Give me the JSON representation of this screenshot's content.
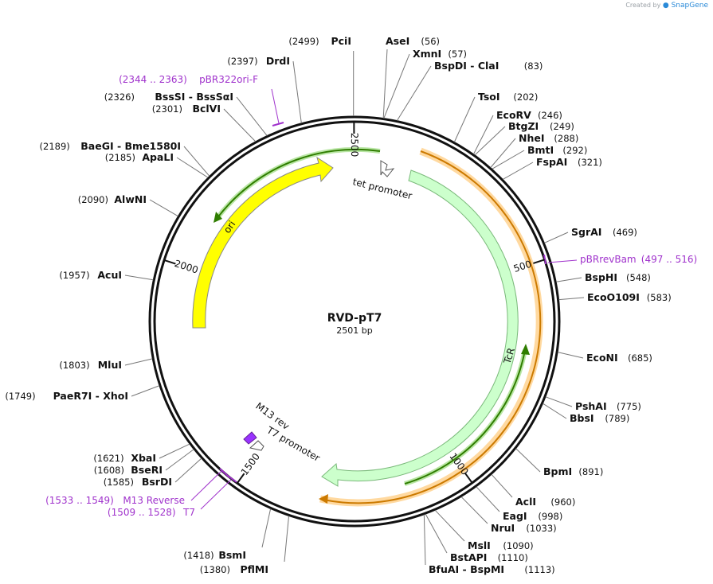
{
  "credit": {
    "prefix": "Created by",
    "brand": "SnapGene"
  },
  "plasmid": {
    "name": "RVD-pT7",
    "length_label": "2501 bp",
    "length": 2501
  },
  "ticks": [
    {
      "pos": 500,
      "label": "500"
    },
    {
      "pos": 1000,
      "label": "1000"
    },
    {
      "pos": 1500,
      "label": "1500"
    },
    {
      "pos": 2000,
      "label": "2000"
    },
    {
      "pos": 2500,
      "label": "2500"
    }
  ],
  "enzymes": [
    {
      "name": "PciI",
      "pos": "(2499)",
      "site": 2499,
      "side": "left"
    },
    {
      "name": "AseI",
      "pos": "(56)",
      "site": 56,
      "side": "right"
    },
    {
      "name": "XmnI",
      "pos": "(57)",
      "site": 57,
      "side": "right"
    },
    {
      "name": "BspDI",
      "name2": "ClaI",
      "pos": "(83)",
      "site": 83,
      "side": "right"
    },
    {
      "name": "TsoI",
      "pos": "(202)",
      "site": 202,
      "side": "right"
    },
    {
      "name": "EcoRV",
      "pos": "(246)",
      "site": 246,
      "side": "right"
    },
    {
      "name": "BtgZI",
      "pos": "(249)",
      "site": 249,
      "side": "right"
    },
    {
      "name": "NheI",
      "pos": "(288)",
      "site": 288,
      "side": "right"
    },
    {
      "name": "BmtI",
      "pos": "(292)",
      "site": 292,
      "side": "right"
    },
    {
      "name": "FspAI",
      "pos": "(321)",
      "site": 321,
      "side": "right"
    },
    {
      "name": "SgrAI",
      "pos": "(469)",
      "site": 469,
      "side": "right"
    },
    {
      "name": "BspHI",
      "pos": "(548)",
      "site": 548,
      "side": "right"
    },
    {
      "name": "EcoO109I",
      "pos": "(583)",
      "site": 583,
      "side": "right"
    },
    {
      "name": "EcoNI",
      "pos": "(685)",
      "site": 685,
      "side": "right"
    },
    {
      "name": "PshAI",
      "pos": "(775)",
      "site": 775,
      "side": "right"
    },
    {
      "name": "BbsI",
      "pos": "(789)",
      "site": 789,
      "side": "right"
    },
    {
      "name": "BpmI",
      "pos": "(891)",
      "site": 891,
      "side": "right"
    },
    {
      "name": "AclI",
      "pos": "(960)",
      "site": 960,
      "side": "right"
    },
    {
      "name": "EagI",
      "pos": "(998)",
      "site": 998,
      "side": "right"
    },
    {
      "name": "NruI",
      "pos": "(1033)",
      "site": 1033,
      "side": "right"
    },
    {
      "name": "MslI",
      "pos": "(1090)",
      "site": 1090,
      "side": "right"
    },
    {
      "name": "BstAPI",
      "pos": "(1110)",
      "site": 1110,
      "side": "right"
    },
    {
      "name": "BfuAI",
      "name2": "BspMI",
      "pos": "(1113)",
      "site": 1113,
      "side": "right"
    },
    {
      "name": "BsmI",
      "pos": "(1418)",
      "site": 1418,
      "side": "left"
    },
    {
      "name": "PflMI",
      "pos": "(1380)",
      "site": 1380,
      "side": "left"
    },
    {
      "name": "BsrDI",
      "pos": "(1585)",
      "site": 1585,
      "side": "left"
    },
    {
      "name": "BseRI",
      "pos": "(1608)",
      "site": 1608,
      "side": "left"
    },
    {
      "name": "XbaI",
      "pos": "(1621)",
      "site": 1621,
      "side": "left"
    },
    {
      "name": "PaeR7I",
      "name2": "XhoI",
      "pos": "(1749)",
      "site": 1749,
      "side": "left"
    },
    {
      "name": "MluI",
      "pos": "(1803)",
      "site": 1803,
      "side": "left"
    },
    {
      "name": "AcuI",
      "pos": "(1957)",
      "site": 1957,
      "side": "left"
    },
    {
      "name": "AlwNI",
      "pos": "(2090)",
      "site": 2090,
      "side": "left"
    },
    {
      "name": "ApaLI",
      "pos": "(2185)",
      "site": 2185,
      "side": "left"
    },
    {
      "name": "BaeGI",
      "name2": "Bme1580I",
      "pos": "(2189)",
      "site": 2189,
      "side": "left"
    },
    {
      "name": "BclVI",
      "pos": "(2301)",
      "site": 2301,
      "side": "left"
    },
    {
      "name": "BssSI",
      "name2": "BssSαI",
      "pos": "(2326)",
      "site": 2326,
      "side": "left"
    },
    {
      "name": "DrdI",
      "pos": "(2397)",
      "site": 2397,
      "side": "left"
    }
  ],
  "primers": [
    {
      "name": "pBR322ori-F",
      "range": "(2344 .. 2363)",
      "start": 2344,
      "end": 2363,
      "side": "left"
    },
    {
      "name": "pBRrevBam",
      "range": "(497 .. 516)",
      "start": 497,
      "end": 516,
      "side": "right"
    },
    {
      "name": "M13 Reverse",
      "range": "(1533 .. 1549)",
      "start": 1533,
      "end": 1549,
      "side": "left"
    },
    {
      "name": "T7",
      "range": "(1509 .. 1528)",
      "start": 1509,
      "end": 1528,
      "side": "left"
    }
  ],
  "features": {
    "tet_promoter": {
      "label": "tet promoter"
    },
    "tcr": {
      "label": "TcR"
    },
    "ori": {
      "label": "ori"
    },
    "m13_rev": {
      "label": "M13 rev"
    },
    "t7_promoter": {
      "label": "T7 promoter"
    }
  },
  "colors": {
    "ori": "#ffff00",
    "tcr": "#ccffcc",
    "orf": "#ff9900",
    "primer": "#a033cc",
    "promoter": "#ffffff",
    "m13": "#9933ff",
    "orf_line": "#339900"
  }
}
